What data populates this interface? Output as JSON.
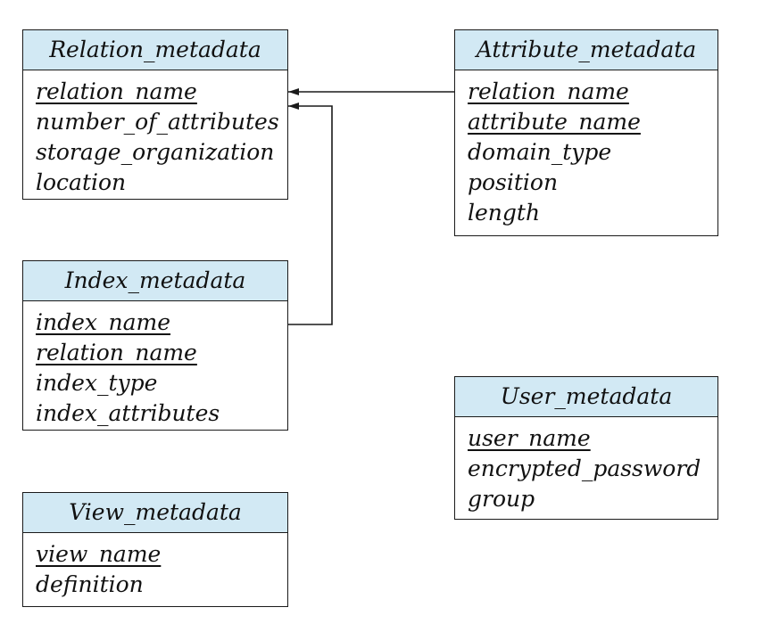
{
  "entities": {
    "relation_metadata": {
      "title": "Relation_metadata",
      "attributes": [
        {
          "name": "relation_name",
          "key": true
        },
        {
          "name": "number_of_attributes",
          "key": false
        },
        {
          "name": "storage_organization",
          "key": false
        },
        {
          "name": "location",
          "key": false
        }
      ]
    },
    "attribute_metadata": {
      "title": "Attribute_metadata",
      "attributes": [
        {
          "name": "relation_name",
          "key": true
        },
        {
          "name": "attribute_name",
          "key": true
        },
        {
          "name": "domain_type",
          "key": false
        },
        {
          "name": "position",
          "key": false
        },
        {
          "name": "length",
          "key": false
        }
      ]
    },
    "index_metadata": {
      "title": "Index_metadata",
      "attributes": [
        {
          "name": "index_name",
          "key": true
        },
        {
          "name": "relation_name",
          "key": true
        },
        {
          "name": "index_type",
          "key": false
        },
        {
          "name": "index_attributes",
          "key": false
        }
      ]
    },
    "user_metadata": {
      "title": "User_metadata",
      "attributes": [
        {
          "name": "user_name",
          "key": true
        },
        {
          "name": "encrypted_password",
          "key": false
        },
        {
          "name": "group",
          "key": false
        }
      ]
    },
    "view_metadata": {
      "title": "View_metadata",
      "attributes": [
        {
          "name": "view_name",
          "key": true
        },
        {
          "name": "definition",
          "key": false
        }
      ]
    }
  },
  "colors": {
    "header_fill": "#d2e9f4",
    "border": "#1a1a1a",
    "text": "#111111"
  }
}
